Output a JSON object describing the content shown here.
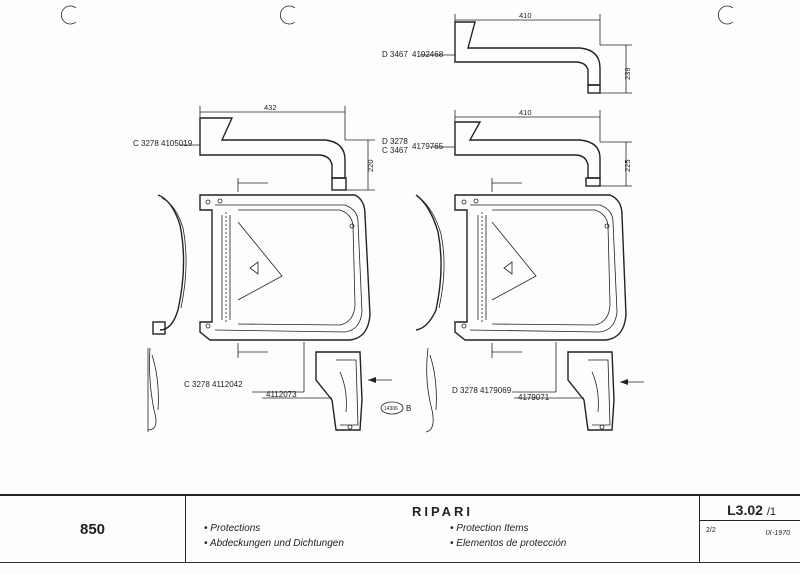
{
  "drawing": {
    "part_codes": {
      "upper_right_top": "D 3467",
      "upper_right_top_pn": "4192468",
      "upper_left": "C 3278",
      "upper_left_pn": "4105019",
      "upper_right_second_a": "D 3278",
      "upper_right_second_b": "C 3467",
      "upper_right_second_pn": "4179765",
      "lower_left": "C 3278",
      "lower_left_pn": "4112042",
      "lower_left_sub": "4112073",
      "lower_right": "D 3278",
      "lower_right_pn": "4179069",
      "lower_right_sub": "4179071",
      "stamp": "14306",
      "stamp_letter": "B"
    },
    "dimensions": {
      "top_right_width": "410",
      "top_right_height": "239",
      "left_width": "432",
      "left_height": "220",
      "mid_right_width": "410",
      "mid_right_height": "225"
    }
  },
  "footer": {
    "model": "850",
    "title": "RIPARI",
    "items": [
      "• Protections",
      "• Abdeckungen und Dichtungen",
      "• Protection Items",
      "• Elementos de protección"
    ],
    "ref_code": "L3.02",
    "ref_sheet": "/1",
    "page": "2/2",
    "date": "IX-1970"
  }
}
